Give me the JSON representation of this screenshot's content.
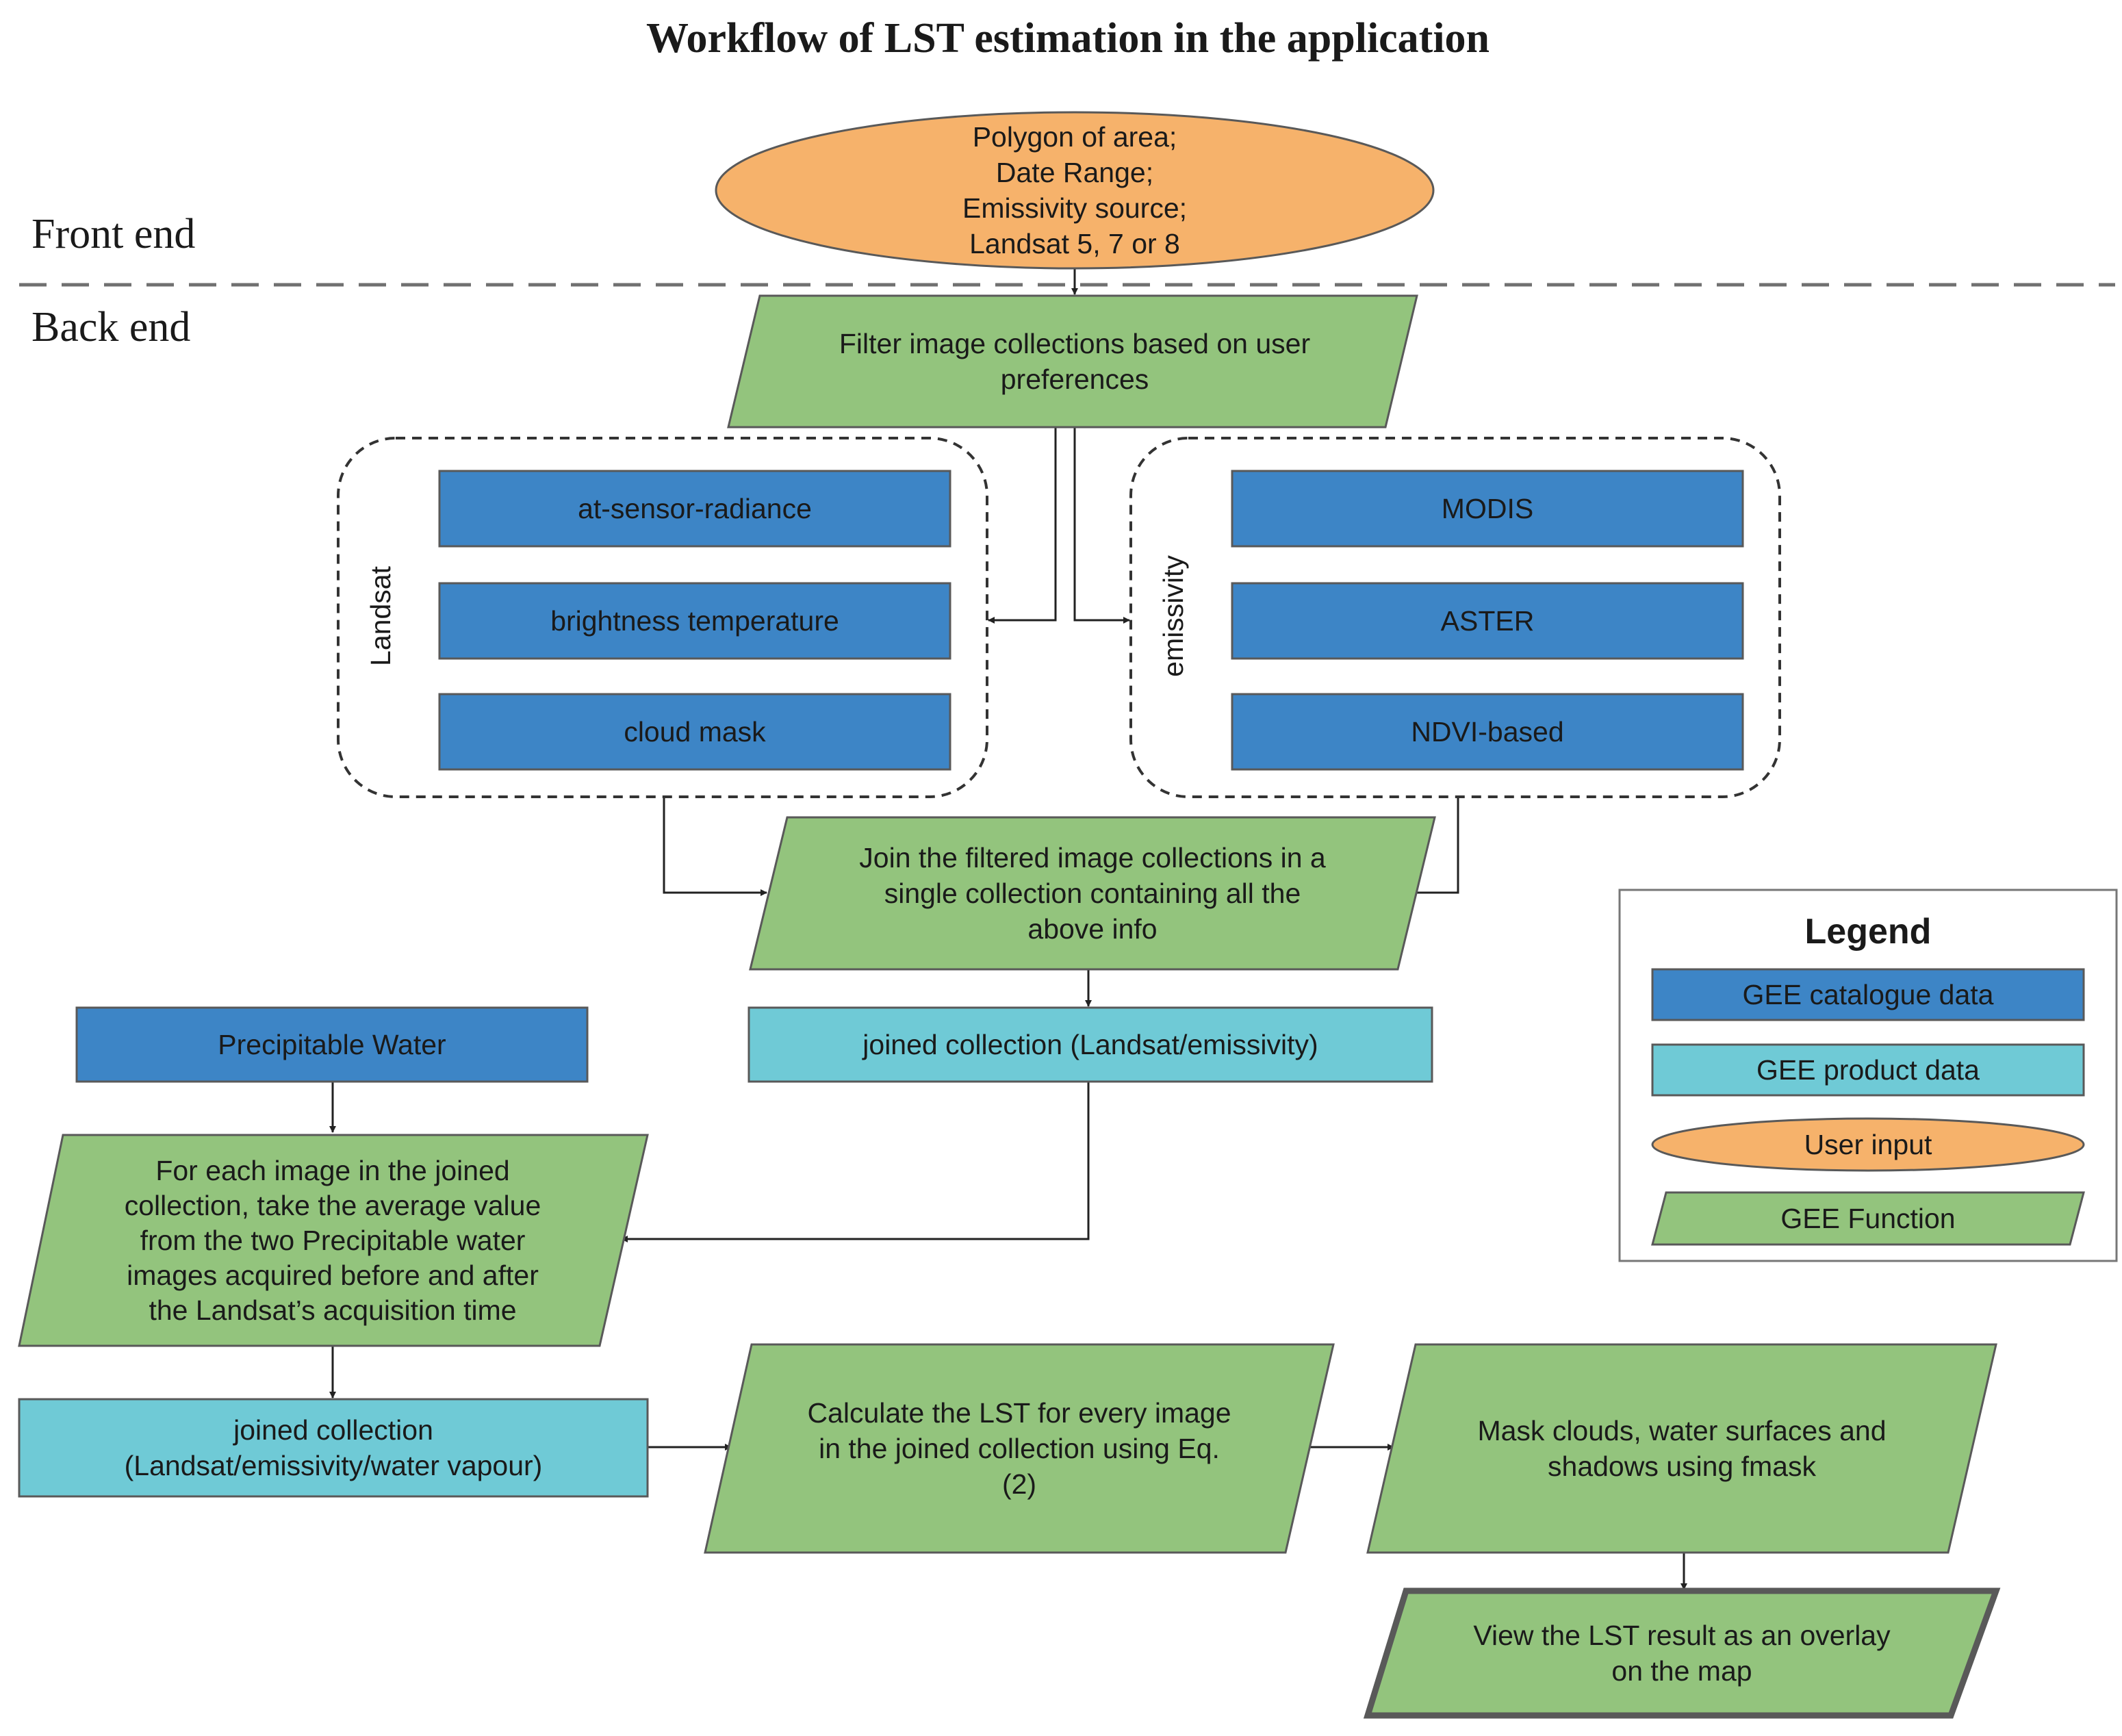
{
  "title": "Workflow of LST estimation in the application",
  "sections": {
    "front": "Front end",
    "back": "Back end"
  },
  "groups": {
    "landsat": "Landsat",
    "emissivity": "emissivity"
  },
  "colors": {
    "catalogue": "#3d85c6",
    "product": "#6fcad6",
    "input": "#f6b26b",
    "function": "#93c47d",
    "stroke": "#595959"
  },
  "nodes": {
    "user_input": [
      "Polygon of area;",
      "Date Range;",
      "Emissivity source;",
      "Landsat 5, 7 or 8"
    ],
    "filter": [
      "Filter image collections based on user",
      "preferences"
    ],
    "radiance": [
      "at-sensor-radiance"
    ],
    "brightness": [
      "brightness temperature"
    ],
    "cloudmask": [
      "cloud mask"
    ],
    "modis": [
      "MODIS"
    ],
    "aster": [
      "ASTER"
    ],
    "ndvi": [
      "NDVI-based"
    ],
    "join": [
      "Join the filtered image collections in a",
      "single collection containing all the",
      "above info"
    ],
    "joined1": [
      "joined collection (Landsat/emissivity)"
    ],
    "precip": [
      "Precipitable Water"
    ],
    "average": [
      "For each image in the joined",
      "collection, take the average value",
      "from the two Precipitable water",
      "images acquired before and after",
      "the Landsat’s acquisition time"
    ],
    "joined2": [
      "joined collection",
      "(Landsat/emissivity/water vapour)"
    ],
    "calc": [
      "Calculate the LST for every image",
      "in the joined collection using Eq.",
      "(2)"
    ],
    "mask": [
      "Mask clouds, water surfaces and",
      "shadows using fmask"
    ],
    "view": [
      "View the LST result as an overlay",
      "on the map"
    ]
  },
  "legend": {
    "title": "Legend",
    "items": [
      "GEE catalogue data",
      "GEE product data",
      "User input",
      "GEE Function"
    ]
  }
}
